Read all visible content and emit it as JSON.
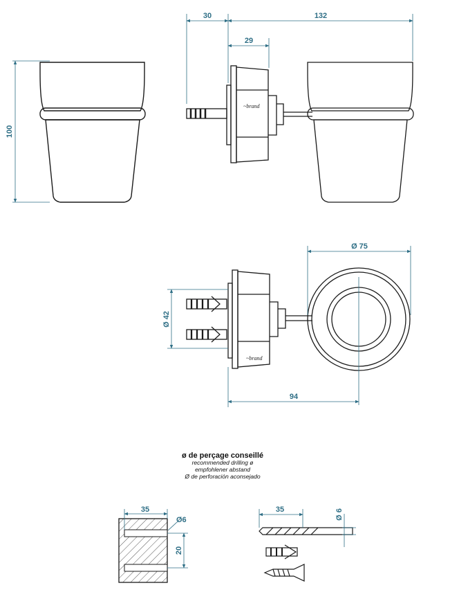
{
  "dimensions": {
    "cup_height": "100",
    "backplate_depth": "30",
    "overall_projection": "132",
    "flange_width": "29",
    "cup_diameter": "Ø 75",
    "anchor_spacing": "Ø 42",
    "centre_projection": "94",
    "drill_depth_block": "35",
    "hole_diameter": "Ø6",
    "hole_spacing": "20",
    "drill_length": "35",
    "drill_diameter": "Ø 6"
  },
  "caption": {
    "french": "ø de perçage conseillé",
    "english": "recommended drilling ø",
    "german": "empfohlener abstand",
    "spanish": "Ø de perforación aconsejado"
  },
  "colors": {
    "line": "#1a1a1a",
    "dimension": "#2f6f86",
    "hatch": "#555555"
  }
}
